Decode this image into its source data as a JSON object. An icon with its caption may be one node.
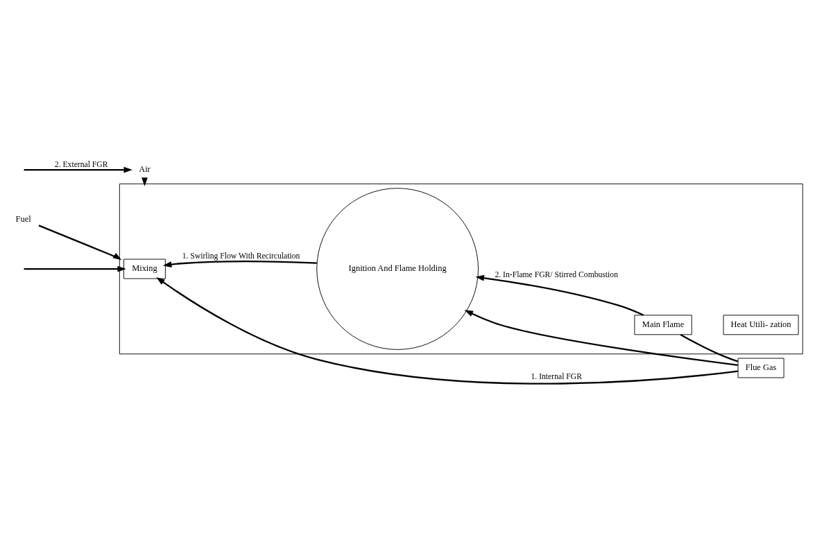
{
  "diagram": {
    "nodes": [
      {
        "text": [],
        "shape": "box"
      },
      {
        "text": [
          "Fuel"
        ]
      },
      {
        "text": [
          "Air"
        ]
      },
      {
        "text": [
          "Mixing"
        ],
        "in": 0
      },
      {
        "text": [
          "Ignition And Flame Holding"
        ],
        "in": 0
      },
      {
        "text": [
          "Main Flame"
        ],
        "in": 0
      },
      {
        "text": [
          "Heat Utili- zation"
        ],
        "in": 0
      },
      {
        "text": [
          "Flue Gas"
        ]
      }
    ],
    "edges": [
      {
        "from": 1,
        "to": 0,
        "arrow": "to"
      },
      {
        "from": 2,
        "to": 0,
        "arrow": "to"
      },
      {
        "from": 4,
        "to": 3,
        "arrow": "to",
        "label": "1. Swirling Flow With Recirculation"
      },
      {
        "from": 5,
        "to": 4,
        "arrow": "to",
        "label": "2. In-Flame FGR/ Stirred Combustion"
      },
      {
        "from": 5,
        "to": 7,
        "arrow": "none"
      },
      {
        "from": 7,
        "to": 3,
        "arrow": "to",
        "label": "1. Internal FGR"
      },
      {
        "from": 7,
        "to": 4,
        "arrow": "to"
      },
      {
        "from": null,
        "to": 2,
        "arrow": "to",
        "label": "2. External FGR"
      },
      {
        "from": null,
        "to": 3,
        "arrow": "to"
      }
    ]
  }
}
